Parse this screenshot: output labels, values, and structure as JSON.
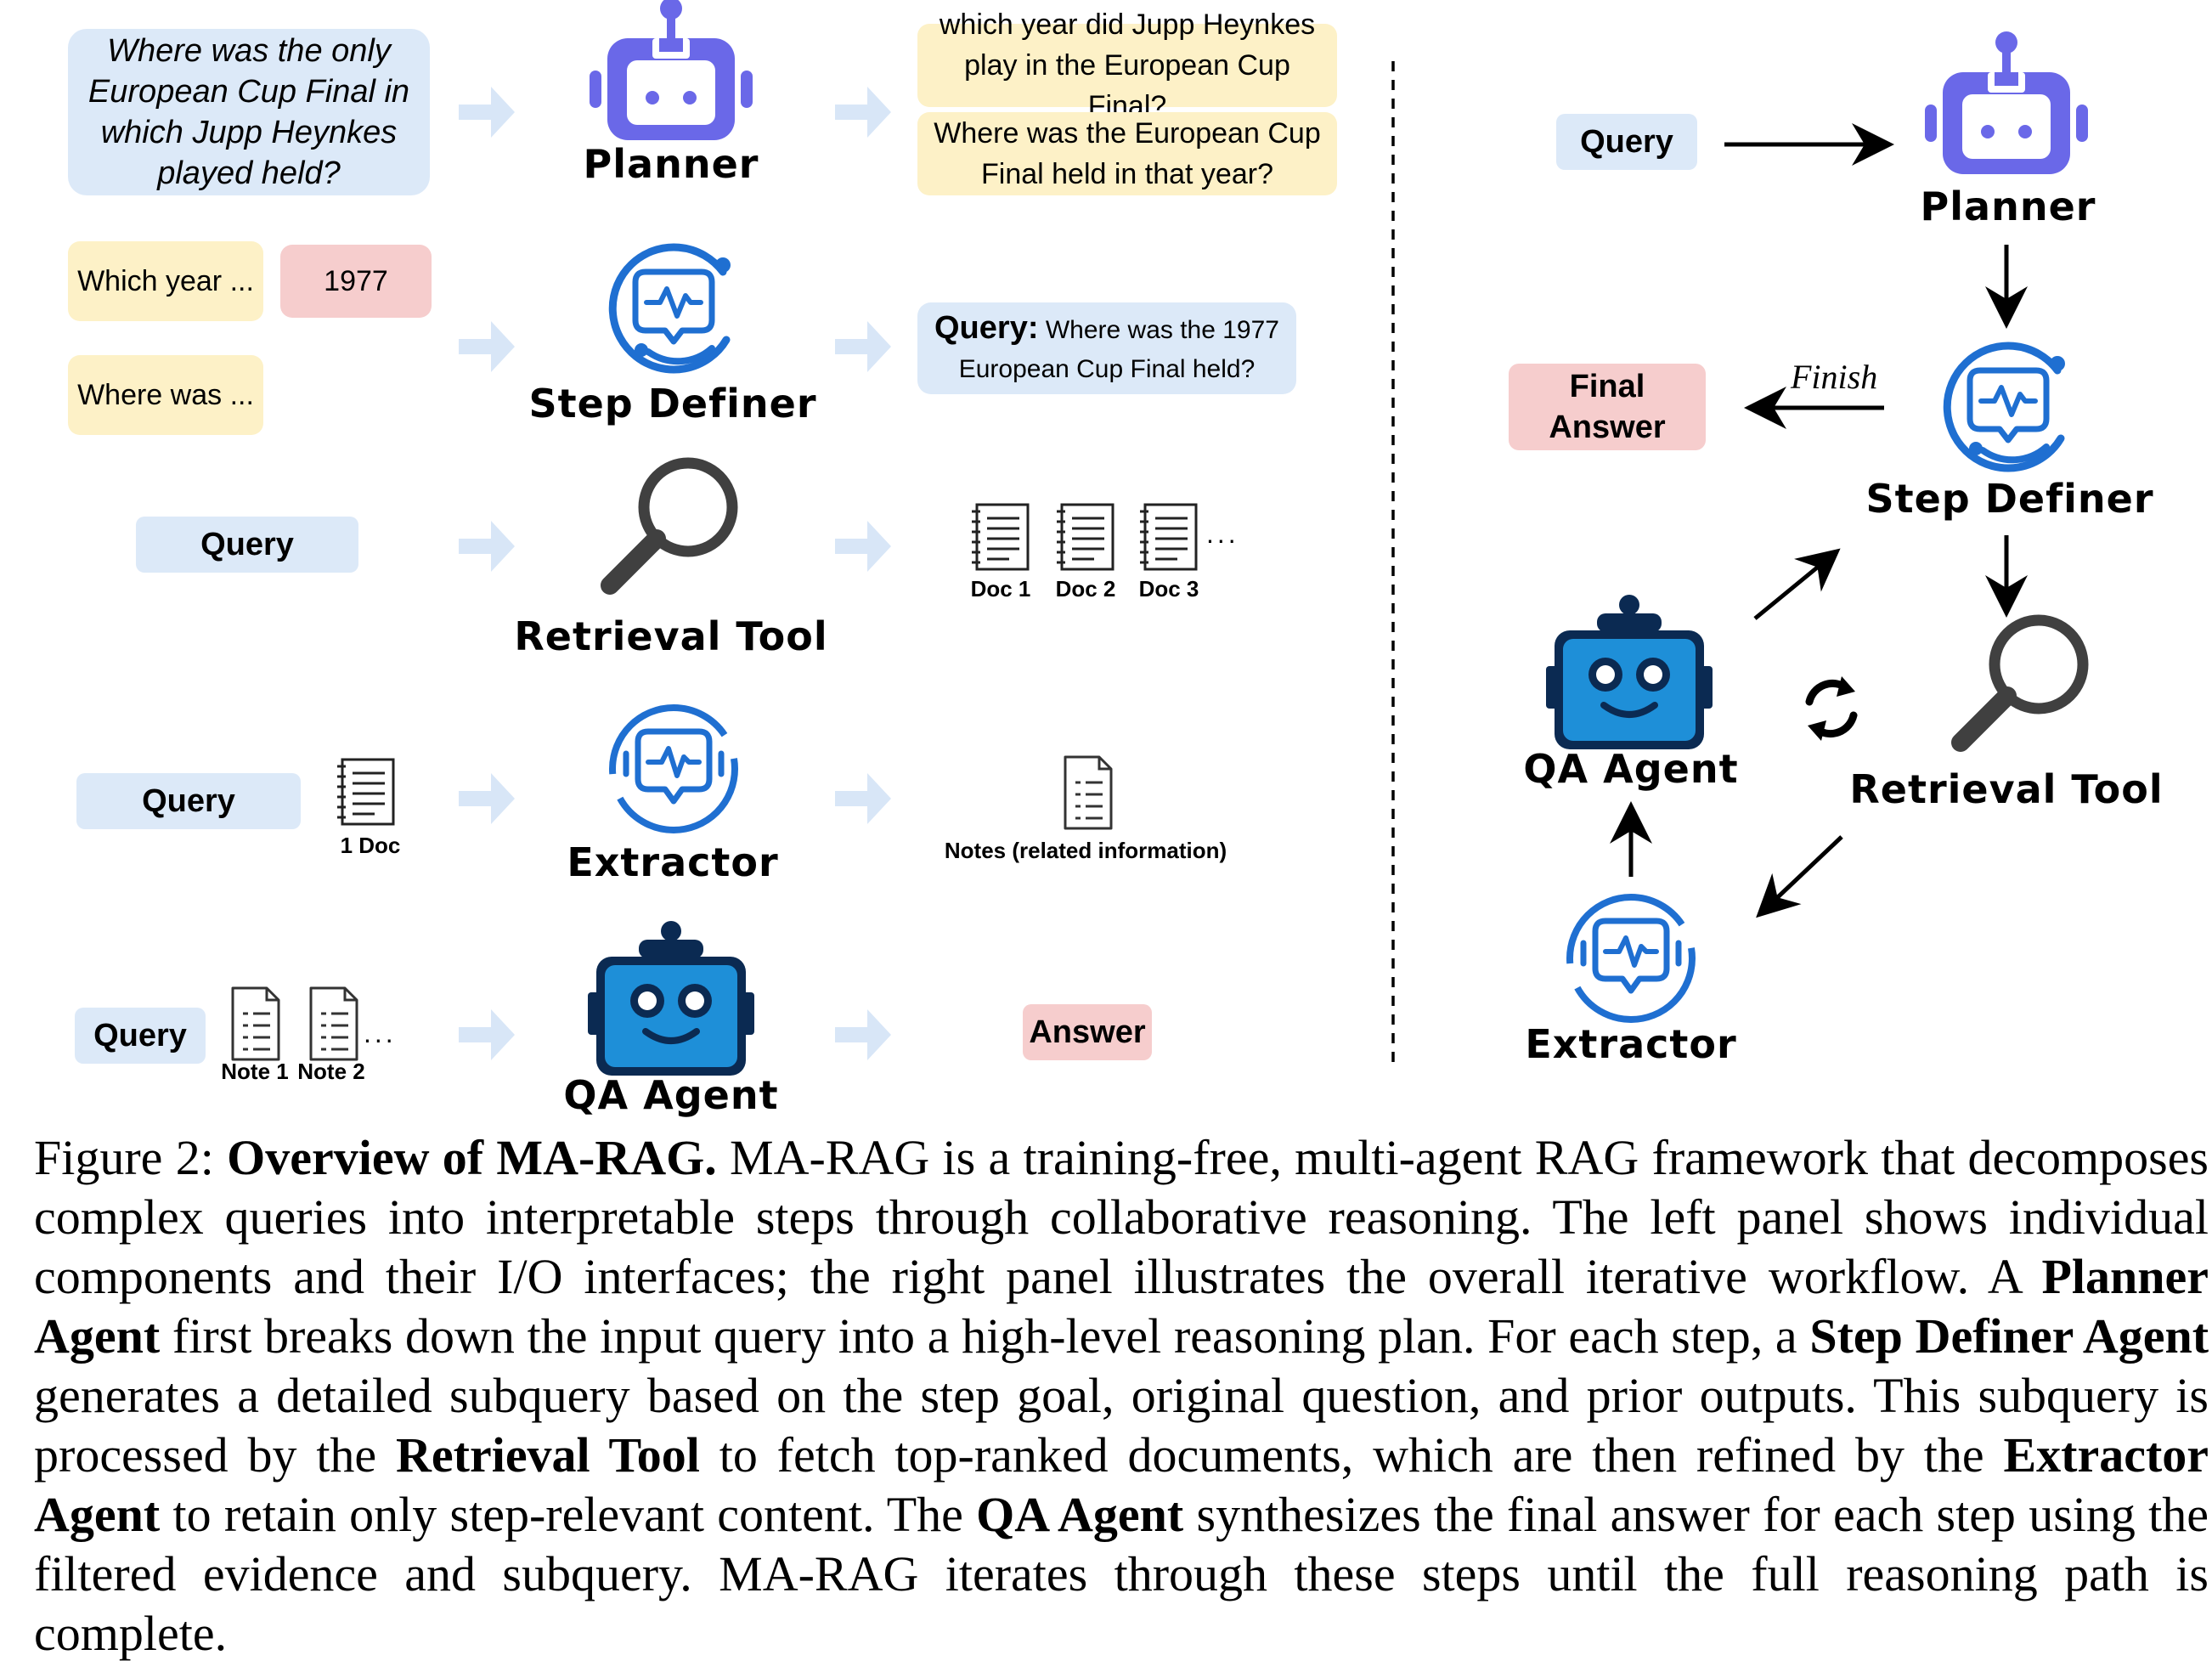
{
  "left": {
    "question": "Where was the only European Cup Final in which Jupp Heynkes played held?",
    "planner_out_1": "which year did Jupp Heynkes play in the European Cup Final?",
    "planner_out_2": "Where was the European Cup Final held in that year?",
    "step_in_1": "Which year ...",
    "step_in_answer": "1977",
    "step_in_2": "Where was ...",
    "subquery_prefix": "Query:",
    "subquery_text": "Where was the 1977 European Cup Final held?",
    "query_label": "Query",
    "docs": [
      "Doc 1",
      "Doc 2",
      "Doc 3"
    ],
    "ellipsis": "...",
    "one_doc": "1 Doc",
    "notes_label": "Notes (related information)",
    "notes": [
      "Note 1",
      "Note 2"
    ],
    "answer_label": "Answer"
  },
  "agents": {
    "planner": "Planner",
    "step_definer": "Step Definer",
    "retrieval_tool": "Retrieval Tool",
    "extractor": "Extractor",
    "qa_agent": "QA Agent"
  },
  "right": {
    "query_label": "Query",
    "final_answer": "Final Answer",
    "finish_label": "Finish"
  },
  "caption": {
    "fig": "Figure 2:",
    "title": "Overview of MA-RAG.",
    "s1": "MA-RAG is a training-free, multi-agent RAG framework that decomposes complex queries into interpretable steps through collaborative reasoning. The left panel shows individual components and their I/O interfaces; the right panel illustrates the overall iterative workflow.  A",
    "b1": "Planner Agent",
    "s2": "first breaks down the input query into a high-level reasoning plan. For each step, a",
    "b2": "Step Definer Agent",
    "s3": "generates a detailed subquery based on the step goal, original question, and prior outputs. This subquery is processed by the",
    "b3": "Retrieval Tool",
    "s4": "to fetch top-ranked documents, which are then refined by the",
    "b4": "Extractor Agent",
    "s5": "to retain only step-relevant content. The",
    "b5": "QA Agent",
    "s6": "synthesizes the final answer for each step using the filtered evidence and subquery. MA-RAG iterates through these steps until the full reasoning path is complete."
  },
  "colors": {
    "blue_box": "#dce9f8",
    "yellow_box": "#fdf1c7",
    "pink_box": "#f6cdcd",
    "robot_purple": "#6a68e8",
    "agent_blue": "#1f6fd1",
    "qa_blue": "#1e8fd8",
    "faint_arrow": "#d8e6f7"
  }
}
